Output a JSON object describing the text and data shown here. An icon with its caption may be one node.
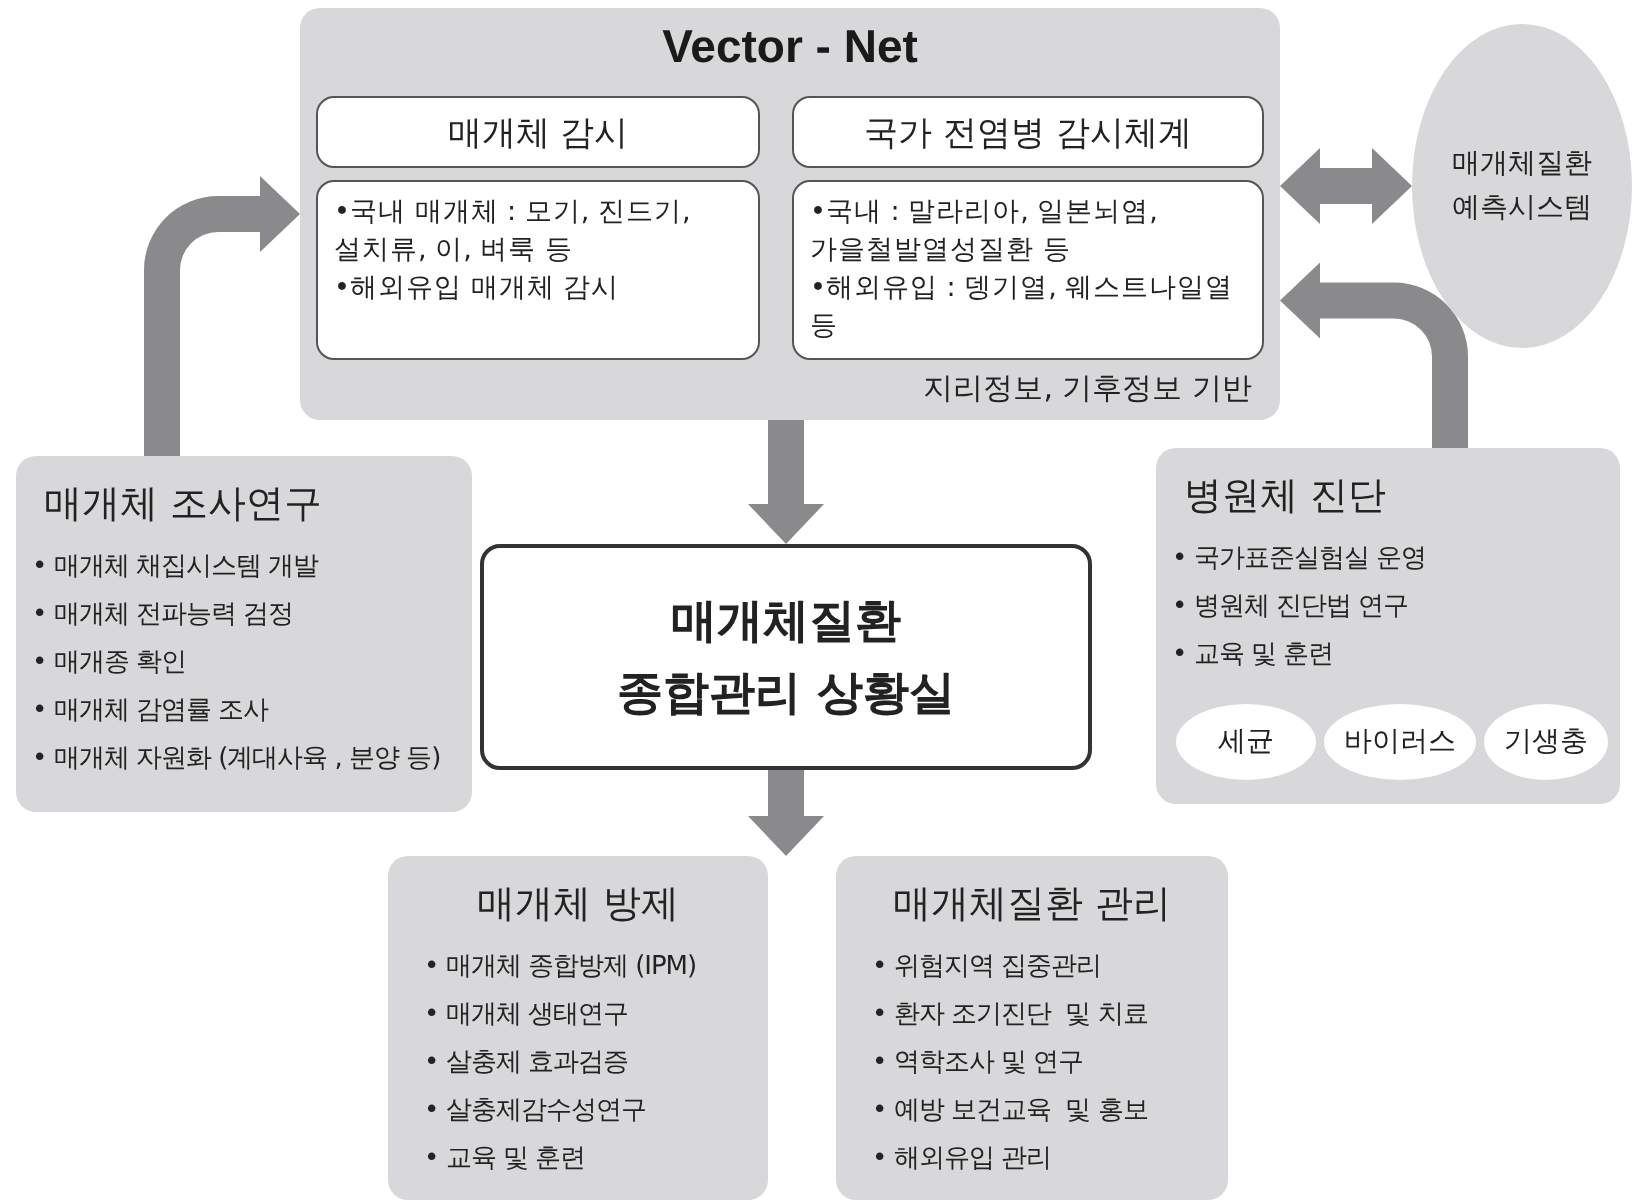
{
  "diagram": {
    "nodes": [
      {
        "text": [
          "Vector - Net",
          "지리정보, 기후정보 기반"
        ]
      },
      {
        "text": [
          "매개체 감시"
        ],
        "in": 0
      },
      {
        "text": [
          "•국내 매개체 : 모기, 진드기, 설치류, 이, 벼룩 등",
          "•해외유입 매개체 감시"
        ],
        "in": 0
      },
      {
        "text": [
          "국가 전염병 감시체계"
        ],
        "in": 0
      },
      {
        "text": [
          "•국내 : 말라리아, 일본뇌염, 가을철발열성질환 등",
          "•해외유입 : 뎅기열, 웨스트나일열 등"
        ],
        "in": 0
      },
      {
        "text": [
          "매개체질환 예측시스템"
        ]
      },
      {
        "text": [
          "매개체 조사연구",
          "• 매개체 채집시스템 개발",
          "• 매개체 전파능력 검정",
          "• 매개종 확인",
          "• 매개체 감염률 조사",
          "• 매개체 자원화 (계대사육 , 분양 등)"
        ]
      },
      {
        "text": [
          "병원체 진단",
          "• 국가표준실험실 운영",
          "• 병원체 진단법 연구",
          "• 교육 및 훈련"
        ]
      },
      {
        "text": [
          "세균"
        ],
        "in": 7
      },
      {
        "text": [
          "바이러스"
        ],
        "in": 7
      },
      {
        "text": [
          "기생충"
        ],
        "in": 7
      },
      {
        "text": [
          "매개체질환 종합관리 상황실"
        ]
      },
      {
        "text": [
          "매개체 방제",
          "• 매개체 종합방제 (IPM)",
          "• 매개체 생태연구",
          "• 살충제 효과검증",
          "• 살충제감수성연구",
          "• 교육 및 훈련"
        ]
      },
      {
        "text": [
          "매개체질환 관리",
          "• 위험지역 집중관리",
          "• 환자 조기진단  및 치료",
          "• 역학조사 및 연구",
          "• 예방 보건교육  및 홍보",
          "• 해외유입 관리"
        ]
      }
    ],
    "edges": [
      {
        "from": 6,
        "to": 0,
        "arrow": "to"
      },
      {
        "from": 7,
        "to": 0,
        "arrow": "to"
      },
      {
        "from": 0,
        "to": 5,
        "arrow": "both"
      },
      {
        "from": 0,
        "to": 11,
        "arrow": "to"
      },
      {
        "from": 11,
        "to": 12,
        "arrow": "to"
      },
      {
        "from": 11,
        "to": 13,
        "arrow": "to"
      }
    ]
  }
}
